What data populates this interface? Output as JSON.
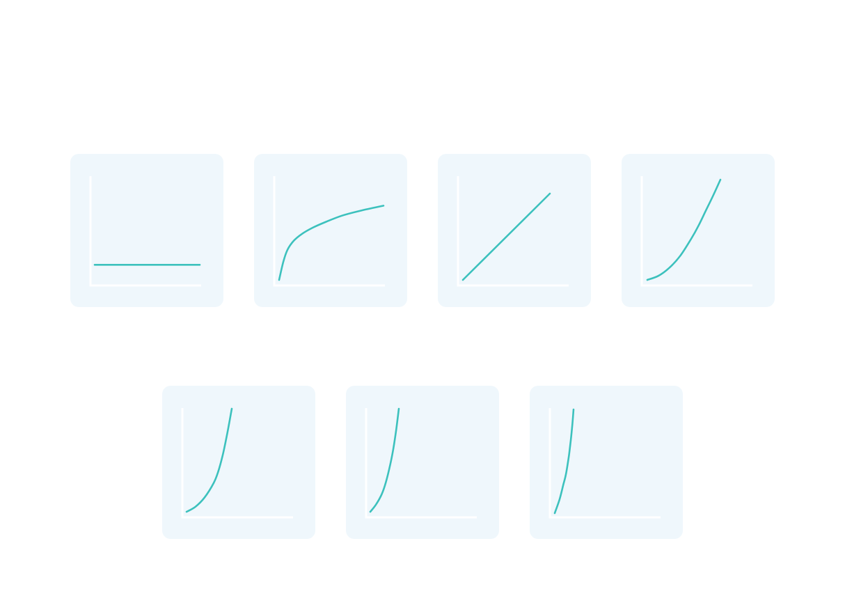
{
  "colors": {
    "page_background": "#ffffff",
    "card_background": "#eff7fc",
    "axis": "#ffffff",
    "curve": "#3cc1bd"
  },
  "chart_data": [
    {
      "type": "line",
      "shape": "constant",
      "x": [
        0,
        0.25,
        0.5,
        0.75,
        1
      ],
      "y": [
        0.15,
        0.15,
        0.15,
        0.15,
        0.15
      ]
    },
    {
      "type": "line",
      "shape": "logarithmic",
      "x": [
        0,
        0.04,
        0.08,
        0.14,
        0.22,
        0.32,
        0.45,
        0.6,
        0.78,
        1
      ],
      "y": [
        0,
        0.18,
        0.3,
        0.39,
        0.46,
        0.52,
        0.58,
        0.64,
        0.69,
        0.74
      ]
    },
    {
      "type": "line",
      "shape": "linear",
      "x": [
        0,
        1
      ],
      "y": [
        0,
        1
      ]
    },
    {
      "type": "line",
      "shape": "quadratic",
      "x": [
        0,
        0.15,
        0.3,
        0.45,
        0.6,
        0.7,
        0.8,
        0.9,
        1
      ],
      "y": [
        0,
        0.04,
        0.12,
        0.24,
        0.41,
        0.54,
        0.69,
        0.84,
        1
      ]
    },
    {
      "type": "line",
      "shape": "cubic",
      "x": [
        0,
        0.2,
        0.4,
        0.6,
        0.7,
        0.8,
        0.9,
        1
      ],
      "y": [
        0,
        0.05,
        0.14,
        0.28,
        0.39,
        0.55,
        0.76,
        1
      ]
    },
    {
      "type": "line",
      "shape": "exponential",
      "x": [
        0,
        0.2,
        0.4,
        0.55,
        0.7,
        0.8,
        0.9,
        1
      ],
      "y": [
        0,
        0.07,
        0.17,
        0.29,
        0.46,
        0.6,
        0.78,
        1
      ]
    },
    {
      "type": "line",
      "shape": "factorial",
      "x": [
        0,
        0.25,
        0.45,
        0.6,
        0.75,
        0.85,
        0.93,
        1
      ],
      "y": [
        0,
        0.13,
        0.27,
        0.38,
        0.55,
        0.7,
        0.84,
        1
      ]
    }
  ]
}
